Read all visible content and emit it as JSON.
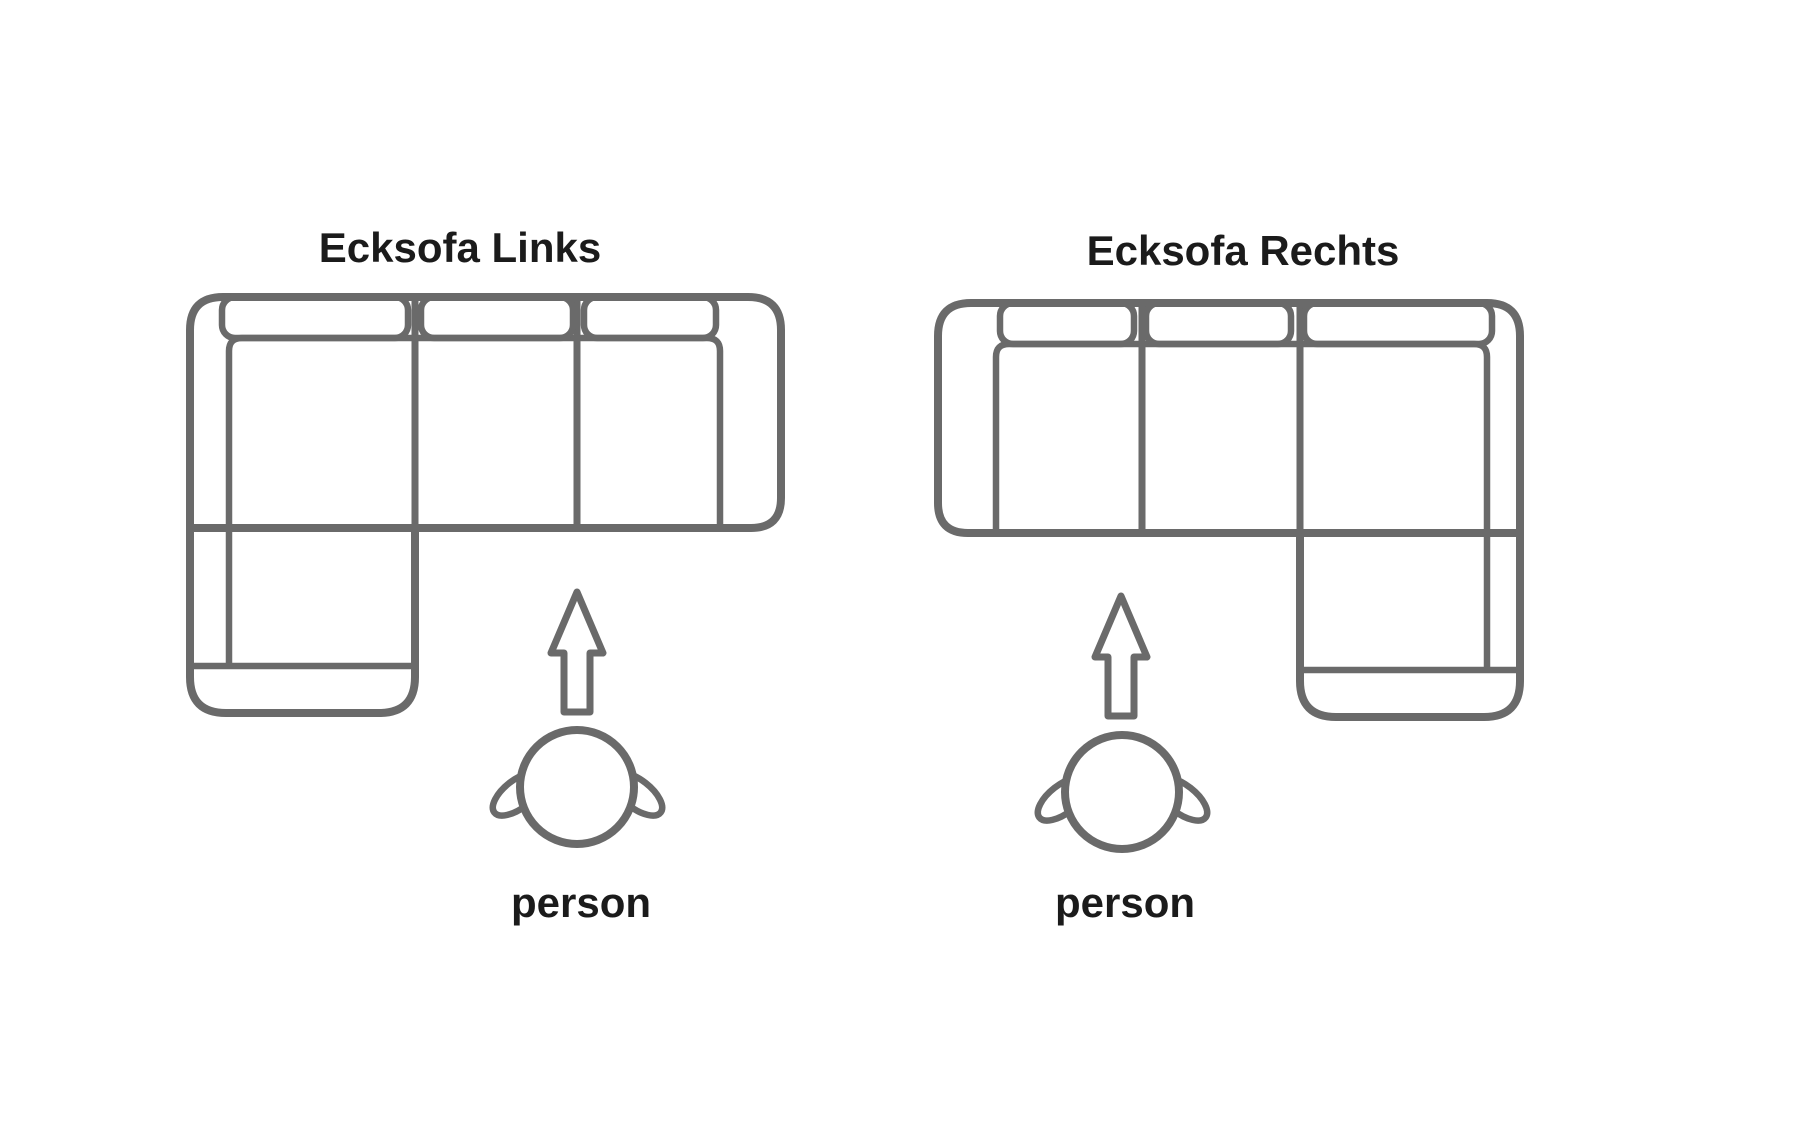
{
  "diagram": {
    "left_figure": {
      "title": "Ecksofa Links",
      "person_label": "person"
    },
    "right_figure": {
      "title": "Ecksofa Rechts",
      "person_label": "person"
    }
  },
  "colors": {
    "line": "#6a6a6a",
    "text": "#1b1b1b",
    "background": "#ffffff"
  }
}
